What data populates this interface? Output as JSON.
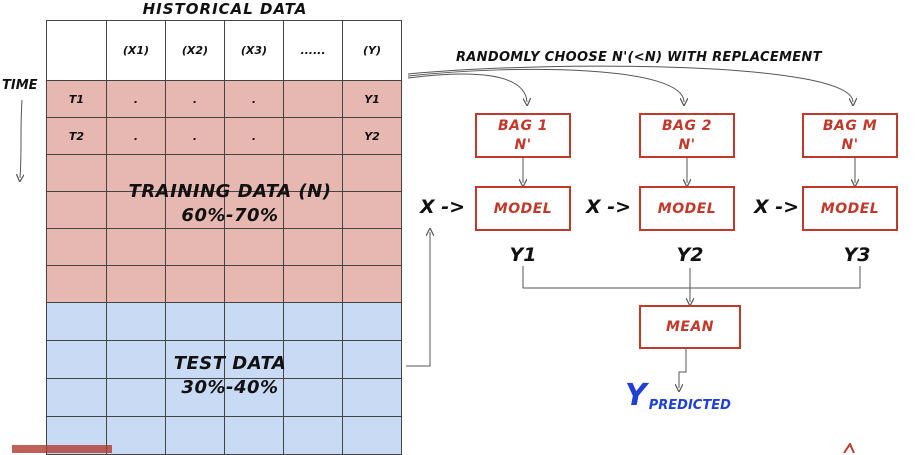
{
  "table": {
    "title": "HISTORICAL DATA",
    "headers": [
      "",
      "(X1)",
      "(X2)",
      "(X3)",
      "......",
      "(Y)"
    ],
    "rows": [
      [
        "T1",
        ".",
        ".",
        ".",
        "",
        "Y1"
      ],
      [
        "T2",
        ".",
        ".",
        ".",
        "",
        "Y2"
      ],
      [
        "",
        "",
        "",
        "",
        "",
        ""
      ],
      [
        "",
        "",
        "",
        "",
        "",
        ""
      ],
      [
        "",
        "",
        "",
        "",
        "",
        ""
      ],
      [
        "",
        "",
        "",
        "",
        "",
        ""
      ],
      [
        "",
        "",
        "",
        "",
        "",
        ""
      ],
      [
        "",
        "",
        "",
        "",
        "",
        ""
      ],
      [
        "",
        "",
        "",
        "",
        "",
        ""
      ],
      [
        "",
        "",
        "",
        "",
        "",
        ""
      ]
    ],
    "training_label_line1": "TRAINING DATA (N)",
    "training_label_line2": "60%-70%",
    "test_label_line1": "TEST DATA",
    "test_label_line2": "30%-40%",
    "time_label": "TIME"
  },
  "diagram": {
    "sampling_note": "RANDOMLY CHOOSE N'(<N) WITH REPLACEMENT",
    "bags": [
      {
        "name": "BAG 1",
        "size": "N'"
      },
      {
        "name": "BAG 2",
        "size": "N'"
      },
      {
        "name": "BAG M",
        "size": "N'"
      }
    ],
    "model_label": "MODEL",
    "input_label": "X ->",
    "outputs": [
      "Y1",
      "Y2",
      "Y3"
    ],
    "mean_label": "MEAN",
    "result_main": "Y",
    "result_sub": "PREDICTED"
  },
  "colors": {
    "training_fill": "#e7b8b1",
    "test_fill": "#c9daf5",
    "box_stroke": "#c0392b",
    "prediction": "#1f3fd6"
  }
}
